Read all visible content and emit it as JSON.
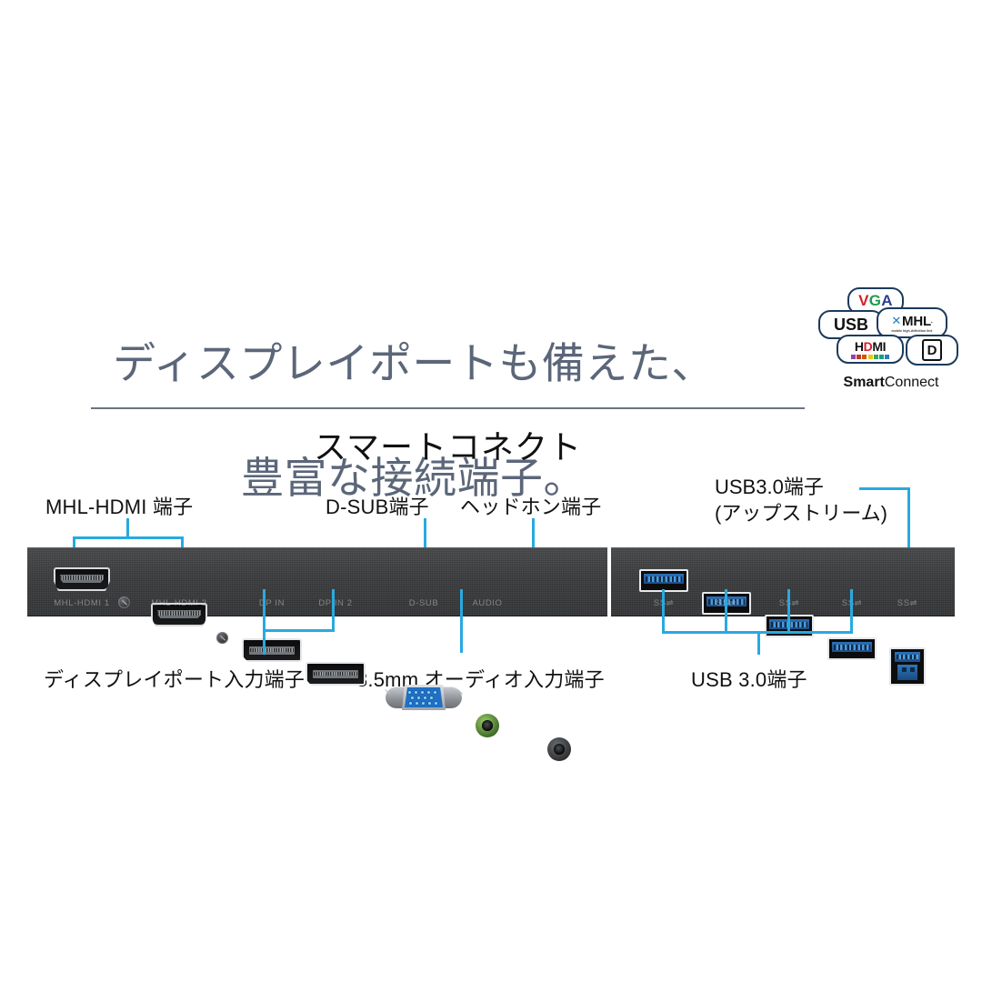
{
  "headline": {
    "line1": "ディスプレイポートも備えた、",
    "line2": "豊富な接続端子。",
    "color": "#5b6679"
  },
  "badge": {
    "chips": [
      {
        "id": "vga-chip",
        "label": "VGA"
      },
      {
        "id": "usb-chip",
        "label": "USB"
      },
      {
        "id": "mhl-chip",
        "label": "MHL",
        "sublabel": "mobile high-definition link"
      },
      {
        "id": "hdmi-chip",
        "label": "HDMI"
      },
      {
        "id": "displayport-chip",
        "label": "D"
      }
    ],
    "title_bold": "Smart",
    "title_rest": "Connect"
  },
  "section": {
    "subtitle": "スマートコネクト",
    "divider_color": "#6b7585"
  },
  "accent_color": "#29a9e0",
  "panel_color": "#3b3c3e",
  "callouts": {
    "mhl_hdmi": "MHL-HDMI 端子",
    "dsub": "D-SUB端子",
    "headphone": "ヘッドホン端子",
    "usb_upstream_line1": "USB3.0端子",
    "usb_upstream_line2": "(アップストリーム)",
    "displayport": "ディスプレイポート入力端子",
    "audio_in": "3.5mm オーディオ入力端子",
    "usb3": "USB 3.0端子"
  },
  "silkscreen": {
    "left": [
      "MHL-HDMI 1",
      "MHL-HDMI 2",
      "DP IN",
      "DP IN 2",
      "D-SUB ",
      "AUDIO",
      " "
    ],
    "right": [
      "SS⇌",
      "SS⇌",
      "SS⇌",
      "SS⇌",
      "SS⇌"
    ]
  },
  "ports": {
    "left": [
      {
        "name": "mhl-hdmi-1",
        "type": "hdmi"
      },
      {
        "name": "mhl-hdmi-2",
        "type": "hdmi"
      },
      {
        "name": "dp-in-1",
        "type": "displayport"
      },
      {
        "name": "dp-in-2",
        "type": "displayport"
      },
      {
        "name": "d-sub",
        "type": "vga"
      },
      {
        "name": "audio-in",
        "type": "jack-green"
      },
      {
        "name": "headphone-out",
        "type": "jack-black"
      }
    ],
    "right": [
      {
        "name": "usb3-a-1",
        "type": "usb-a"
      },
      {
        "name": "usb3-a-2",
        "type": "usb-a"
      },
      {
        "name": "usb3-a-3",
        "type": "usb-a"
      },
      {
        "name": "usb3-a-4",
        "type": "usb-a"
      },
      {
        "name": "usb3-b-upstream",
        "type": "usb-b"
      }
    ]
  }
}
